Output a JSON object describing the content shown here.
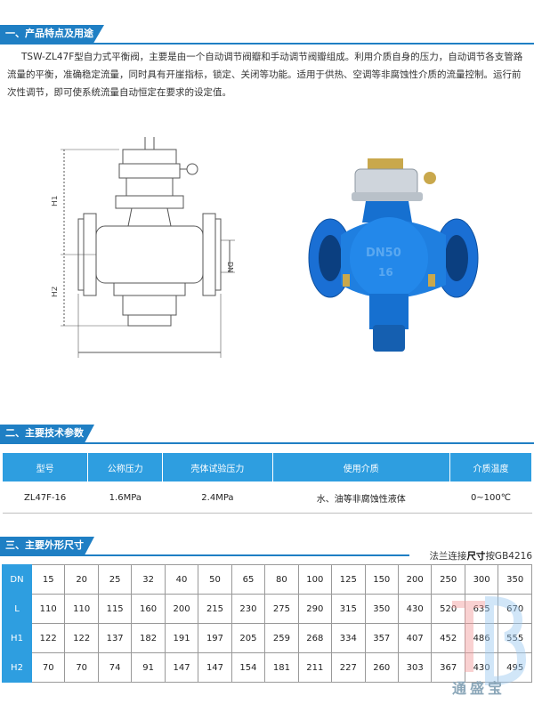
{
  "sections": {
    "features_title": "一、产品特点及用途",
    "specs_title": "二、主要技术参数",
    "dims_title": "三、主要外形尺寸"
  },
  "intro_text": "TSW-ZL47F型自力式平衡阀，主要是由一个自动调节阀瓣和手动调节阀瓣组成。利用介质自身的压力，自动调节各支管路流量的平衡，准确稳定流量，同时具有开崖指标，锁定、关闭等功能。适用于供热、空调等非腐蚀性介质的流量控制。运行前次性调节，即可使系统流量自动恒定在要求的设定值。",
  "drawing_labels": {
    "h1": "H1",
    "h2": "H2",
    "dn": "DN"
  },
  "photo_labels": {
    "dn": "DN50",
    "pn": "16"
  },
  "spec_table": {
    "headers": [
      "型号",
      "公称压力",
      "壳体试验压力",
      "使用介质",
      "介质温度"
    ],
    "row": [
      "ZL47F-16",
      "1.6MPa",
      "2.4MPa",
      "水、油等非腐蚀性液体",
      "0~100℃"
    ]
  },
  "dim_note": {
    "prefix": "法兰连接",
    "bold": "尺寸",
    "suffix": "按GB4216"
  },
  "dim_table": [
    {
      "label": "DN",
      "values": [
        "15",
        "20",
        "25",
        "32",
        "40",
        "50",
        "65",
        "80",
        "100",
        "125",
        "150",
        "200",
        "250",
        "300",
        "350"
      ]
    },
    {
      "label": "L",
      "values": [
        "110",
        "110",
        "115",
        "160",
        "200",
        "215",
        "230",
        "275",
        "290",
        "315",
        "350",
        "430",
        "520",
        "635",
        "670"
      ]
    },
    {
      "label": "H1",
      "values": [
        "122",
        "122",
        "137",
        "182",
        "191",
        "197",
        "205",
        "259",
        "268",
        "334",
        "357",
        "407",
        "452",
        "486",
        "555"
      ]
    },
    {
      "label": "H2",
      "values": [
        "70",
        "70",
        "74",
        "91",
        "147",
        "147",
        "154",
        "181",
        "211",
        "227",
        "260",
        "303",
        "367",
        "430",
        "495"
      ]
    }
  ],
  "watermark_text": "通盛宝",
  "colors": {
    "accent": "#1f7fc4",
    "header_fill": "#2e9ee0",
    "valve_blue": "#1670d0"
  }
}
